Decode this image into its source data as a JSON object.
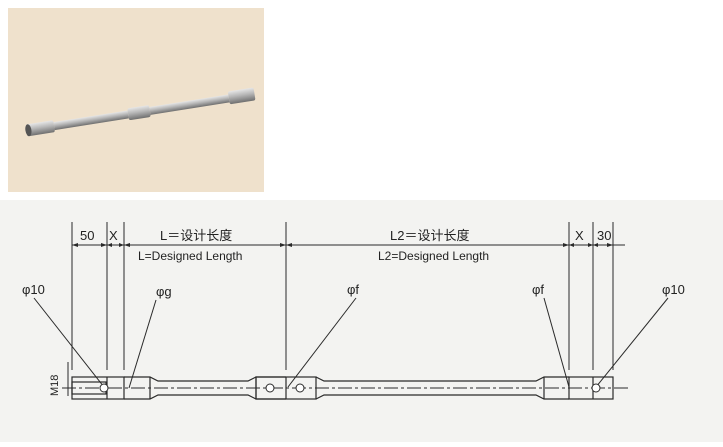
{
  "colors": {
    "photo_background": "#efe1cc",
    "drawing_background": "#f3f3f1",
    "line": "#2a2a2a",
    "rod_metal": "#9a9a9a"
  },
  "photo": {
    "subject": "tie-rod-photo"
  },
  "drawing": {
    "dim_50": "50",
    "dim_x_left": "X",
    "dim_L_cn": "L＝设计长度",
    "dim_L_en": "L=Designed Length",
    "dim_L2_cn": "L2＝设计长度",
    "dim_L2_en": "L2=Designed Length",
    "dim_x_right": "X",
    "dim_30": "30",
    "label_phi10_left": "φ10",
    "label_phig": "φg",
    "label_phif_mid": "φf",
    "label_phif_right": "φf",
    "label_phi10_right": "φ10",
    "label_m18": "M18"
  }
}
